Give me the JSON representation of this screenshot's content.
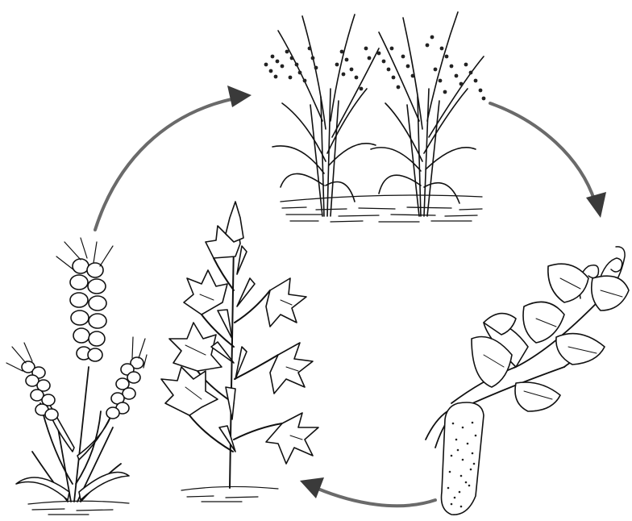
{
  "diagram": {
    "type": "crop-rotation-cycle",
    "stages": [
      {
        "id": "rice",
        "icon": "rice-plants-icon"
      },
      {
        "id": "pea",
        "icon": "pea-plant-icon"
      },
      {
        "id": "okra",
        "icon": "okra-plant-icon"
      },
      {
        "id": "wheat",
        "icon": "wheat-plant-icon"
      }
    ],
    "arrows": [
      {
        "from": "wheat",
        "to": "rice"
      },
      {
        "from": "rice",
        "to": "pea"
      },
      {
        "from": "pea",
        "to": "okra"
      }
    ],
    "colors": {
      "ink": "#111111",
      "arrow": "#6a6a6a",
      "background": "#ffffff"
    }
  }
}
